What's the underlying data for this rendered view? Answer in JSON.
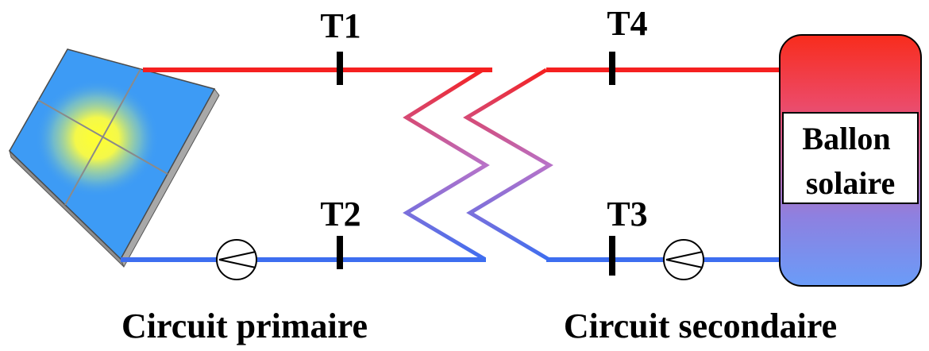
{
  "sensors": [
    {
      "id": "t1",
      "label": "T1"
    },
    {
      "id": "t2",
      "label": "T2"
    },
    {
      "id": "t3",
      "label": "T3"
    },
    {
      "id": "t4",
      "label": "T4"
    }
  ],
  "tank": {
    "line1": "Ballon",
    "line2": "solaire"
  },
  "circuits": {
    "primary": "Circuit primaire",
    "secondary": "Circuit secondaire"
  },
  "colors": {
    "hot_pipe": "#f52020",
    "cold_pipe": "#3d6ef0",
    "panel": "#3d9bf5",
    "sun": "#ffff40",
    "tank_top": "#f83020",
    "tank_bottom": "#6a9cf8",
    "sensor": "#000000"
  },
  "icons": {
    "collector": "solar-panel-icon",
    "pump": "pump-icon",
    "exchanger": "heat-exchanger-icon"
  }
}
